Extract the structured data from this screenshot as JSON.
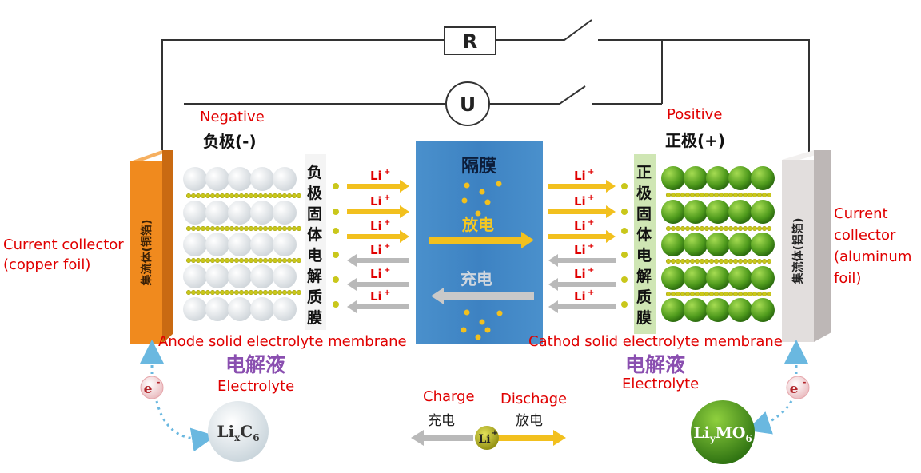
{
  "circuit": {
    "resistor_label": "R",
    "voltmeter_label": "U"
  },
  "negative": {
    "label_en": "Negative",
    "label_cn": "负极(-)",
    "collector_cn": "集流体(铜箔)",
    "collector_en_line1": "Current collector",
    "collector_en_line2": "(copper foil)",
    "sei_chars": [
      "负",
      "极",
      "固",
      "体",
      "电",
      "解",
      "质",
      "膜"
    ],
    "sei_en": "Anode solid electrolyte membrane",
    "electrolyte_cn": "电解液",
    "electrolyte_en": "Electrolyte",
    "electron": "e",
    "electron_sup": "-",
    "compound": "LixC6",
    "compound_parts": {
      "a": "Li",
      "sub1": "x",
      "b": "C",
      "sub2": "6"
    }
  },
  "positive": {
    "label_en": "Positive",
    "label_cn": "正极(+)",
    "collector_cn": "集流体(铝箔)",
    "collector_en_lines": [
      "Current",
      "collector",
      "(aluminum",
      "foil)"
    ],
    "cei_chars": [
      "正",
      "极",
      "固",
      "体",
      "电",
      "解",
      "质",
      "膜"
    ],
    "cei_en": "Cathod solid electrolyte membrane",
    "electrolyte_cn": "电解液",
    "electrolyte_en": "Electrolyte",
    "electron": "e",
    "electron_sup": "-",
    "compound": "LiyMO6",
    "compound_parts": {
      "a": "Li",
      "sub1": "y",
      "b": "MO",
      "sub2": "6"
    }
  },
  "separator": {
    "label_cn": "隔膜",
    "discharge_cn": "放电",
    "charge_cn": "充电"
  },
  "ion": {
    "symbol": "Li",
    "sup": "+"
  },
  "legend": {
    "charge_en": "Charge",
    "charge_cn": "充电",
    "discharge_en": "Dischage",
    "discharge_cn": "放电",
    "ion_label": "Li",
    "ion_sup": "+"
  },
  "colors": {
    "copper": "#f08a1e",
    "aluminum": "#e2dedd",
    "separator": "#3f87c6",
    "discharge_arrow": "#f2c01e",
    "charge_arrow": "#b9b9b9",
    "ion_dot": "#c9c71b",
    "anode_particle": "#e6e9ec",
    "cathode_particle": "#58a51f",
    "electrolyte_text": "#8a4fb0",
    "annotation": "#e00000"
  }
}
